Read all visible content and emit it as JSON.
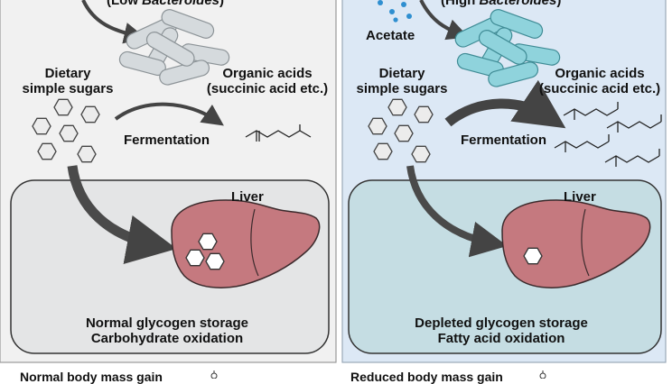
{
  "left_panel": {
    "bacteria_label_prefix": "(Low ",
    "bacteria_label_taxon": "Bacteroides",
    "bacteria_label_suffix": ")",
    "sugars_label_line1": "Dietary",
    "sugars_label_line2": "simple sugars",
    "acids_label_line1": "Organic acids",
    "acids_label_line2": "(succinic acid etc.)",
    "process_label": "Fermentation",
    "organ_label": "Liver",
    "outcome_line1": "Normal glycogen storage",
    "outcome_line2": "Carbohydrate oxidation",
    "footer": "Normal body mass gain",
    "colors": {
      "panel": "#f1f1f1",
      "liver_box": "#e4e5e6",
      "liver": "#c5797f",
      "bacteria": "#d2d8db"
    }
  },
  "right_panel": {
    "metabolite_label": "Acetate",
    "bacteria_label_prefix": "(High ",
    "bacteria_label_taxon": "Bacteroides",
    "bacteria_label_suffix": ")",
    "sugars_label_line1": "Dietary",
    "sugars_label_line2": "simple sugars",
    "acids_label_line1": "Organic acids",
    "acids_label_line2": "(succinic acid etc.)",
    "process_label": "Fermentation",
    "organ_label": "Liver",
    "outcome_line1": "Depleted glycogen storage",
    "outcome_line2": "Fatty acid oxidation",
    "footer": "Reduced body mass gain",
    "colors": {
      "panel": "#dce8f5",
      "liver_box": "#c5dde3",
      "liver": "#c5797f",
      "bacteria": "#8fd3dc",
      "acetate_dots": "#2f8fd0"
    }
  }
}
